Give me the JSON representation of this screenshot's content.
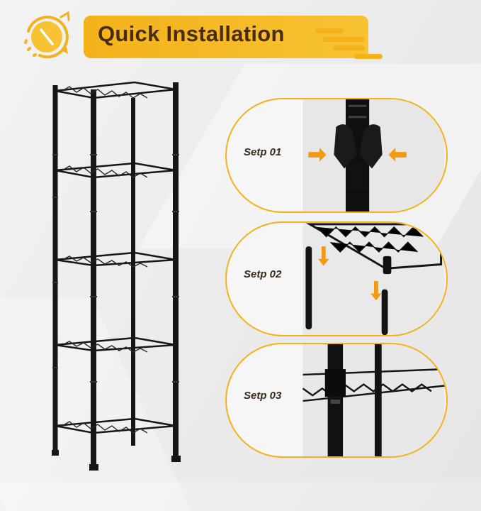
{
  "header": {
    "title": "Quick Installation",
    "accent_color": "#f3b21a",
    "icon": "clock-arrow-icon"
  },
  "product": {
    "name_icon": "wire-shelving-unit",
    "tiers": 5,
    "color": "#151515"
  },
  "steps": [
    {
      "label": "Setp 01",
      "icon": "connector-clip-with-arrows"
    },
    {
      "label": "Setp 02",
      "icon": "shelf-and-pole-insertion-arrows"
    },
    {
      "label": "Setp 03",
      "icon": "assembled-shelf-corner"
    }
  ],
  "colors": {
    "accent": "#f3b21a",
    "panel_border": "#f3b21a",
    "text_dark": "#4a2b0e",
    "arrow": "#f39a12"
  }
}
